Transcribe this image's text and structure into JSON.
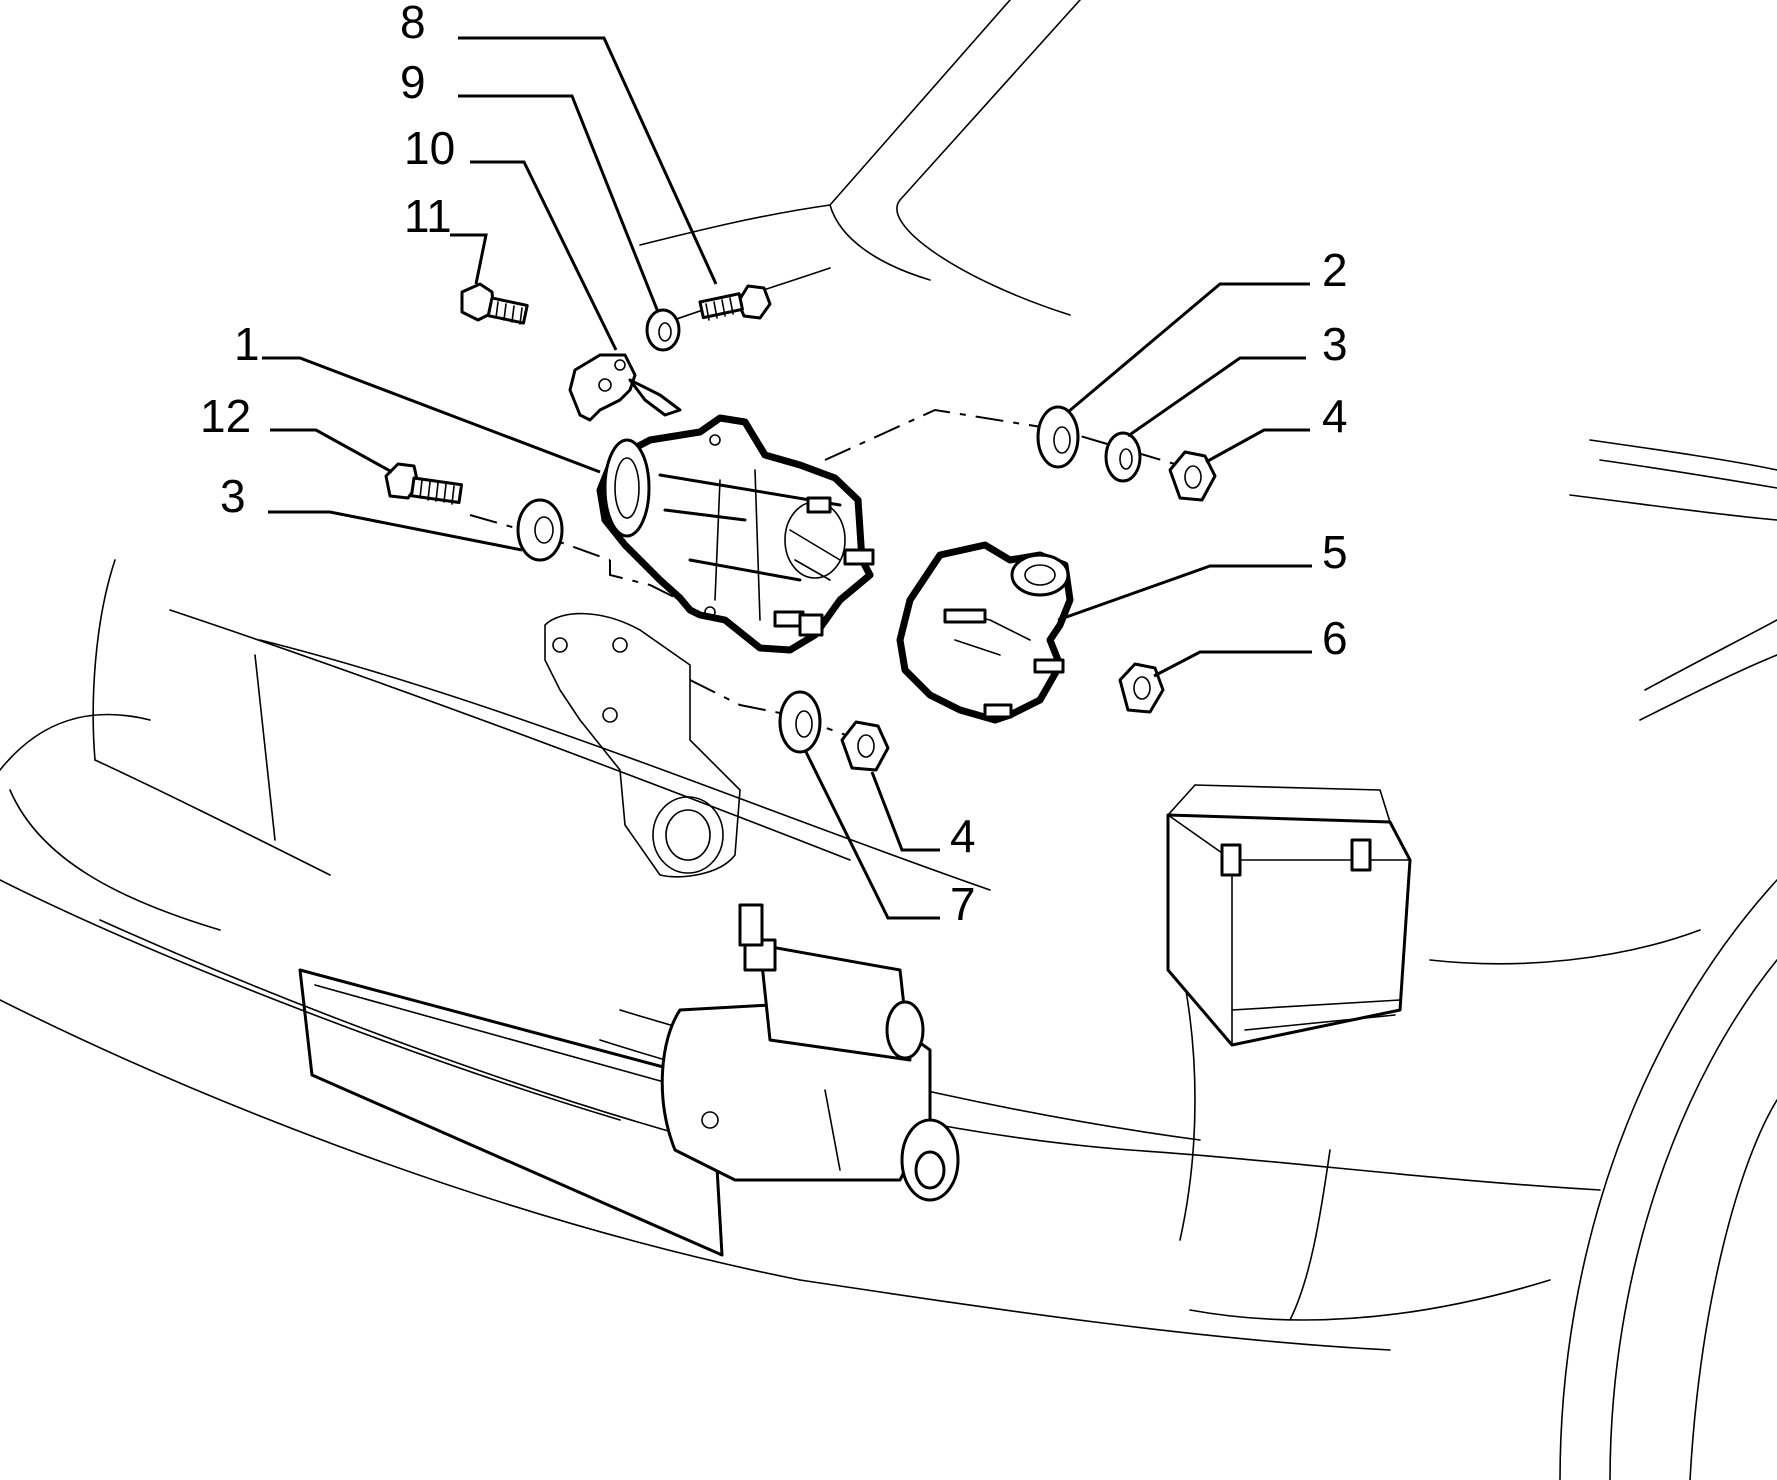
{
  "callouts": [
    {
      "id": "c8",
      "label": "8"
    },
    {
      "id": "c9",
      "label": "9"
    },
    {
      "id": "c10",
      "label": "10"
    },
    {
      "id": "c11",
      "label": "11"
    },
    {
      "id": "c1",
      "label": "1"
    },
    {
      "id": "c12",
      "label": "12"
    },
    {
      "id": "c3-left",
      "label": "3"
    },
    {
      "id": "c2",
      "label": "2"
    },
    {
      "id": "c3-right",
      "label": "3"
    },
    {
      "id": "c4-right",
      "label": "4"
    },
    {
      "id": "c5",
      "label": "5"
    },
    {
      "id": "c6",
      "label": "6"
    },
    {
      "id": "c4-bottom",
      "label": "4"
    },
    {
      "id": "c7",
      "label": "7"
    }
  ]
}
